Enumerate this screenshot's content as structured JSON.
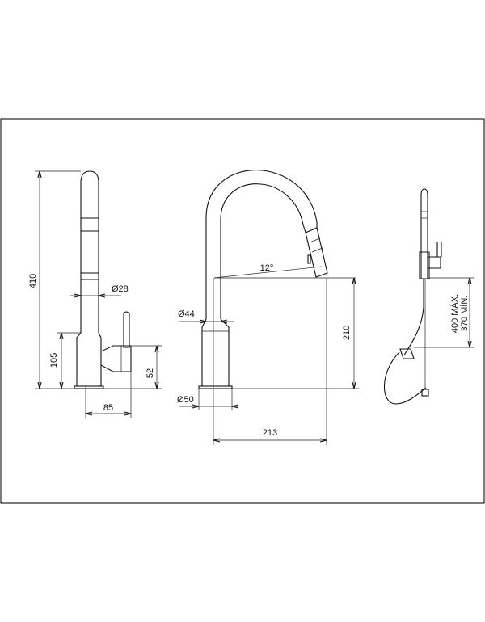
{
  "side_view": {
    "height_total": "410",
    "height_base": "105",
    "spout_diameter": "Ø28",
    "handle_height": "52",
    "depth": "85"
  },
  "front_view": {
    "angle": "12°",
    "body_diameter": "Ø44",
    "base_diameter": "Ø50",
    "spout_height": "210",
    "reach": "213"
  },
  "hose_view": {
    "hose_max": "400 MÁX.",
    "hose_min": "370 MÍN."
  }
}
